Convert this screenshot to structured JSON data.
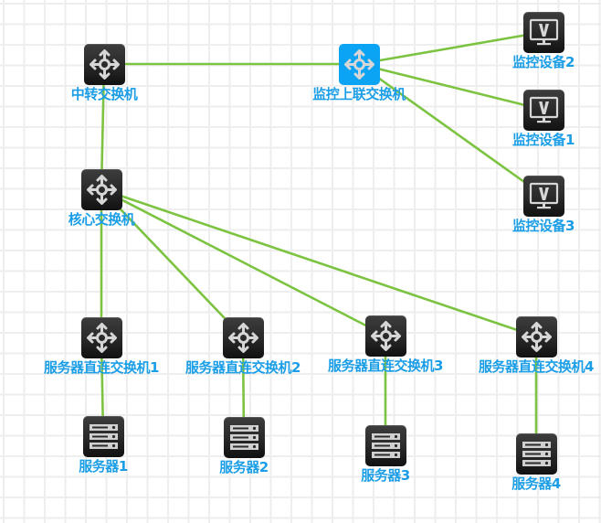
{
  "diagram": {
    "colors": {
      "link": "#7cc341",
      "label": "#1b9ee6",
      "device_dark": "#222222",
      "device_accent": "#0ba4f4",
      "grid": "#eeeeee",
      "background": "#ffffff"
    },
    "nodes": [
      {
        "id": "transit-switch",
        "label": "中转交换机",
        "type": "switch",
        "icon": "switch-icon",
        "accent": false
      },
      {
        "id": "monitor-uplink-switch",
        "label": "监控上联交换机",
        "type": "switch",
        "icon": "switch-icon",
        "accent": true
      },
      {
        "id": "monitor-device-2",
        "label": "监控设备2",
        "type": "monitor",
        "icon": "monitor-icon",
        "accent": false
      },
      {
        "id": "monitor-device-1",
        "label": "监控设备1",
        "type": "monitor",
        "icon": "monitor-icon",
        "accent": false
      },
      {
        "id": "monitor-device-3",
        "label": "监控设备3",
        "type": "monitor",
        "icon": "monitor-icon",
        "accent": false
      },
      {
        "id": "core-switch",
        "label": "核心交换机",
        "type": "switch",
        "icon": "switch-icon",
        "accent": false
      },
      {
        "id": "server-switch-1",
        "label": "服务器直连交换机1",
        "type": "switch",
        "icon": "switch-icon",
        "accent": false
      },
      {
        "id": "server-switch-2",
        "label": "服务器直连交换机2",
        "type": "switch",
        "icon": "switch-icon",
        "accent": false
      },
      {
        "id": "server-switch-3",
        "label": "服务器直连交换机3",
        "type": "switch",
        "icon": "switch-icon",
        "accent": false
      },
      {
        "id": "server-switch-4",
        "label": "服务器直连交换机4",
        "type": "switch",
        "icon": "switch-icon",
        "accent": false
      },
      {
        "id": "server-1",
        "label": "服务器1",
        "type": "server",
        "icon": "server-icon",
        "accent": false
      },
      {
        "id": "server-2",
        "label": "服务器2",
        "type": "server",
        "icon": "server-icon",
        "accent": false
      },
      {
        "id": "server-3",
        "label": "服务器3",
        "type": "server",
        "icon": "server-icon",
        "accent": false
      },
      {
        "id": "server-4",
        "label": "服务器4",
        "type": "server",
        "icon": "server-icon",
        "accent": false
      }
    ],
    "links": [
      {
        "from": "transit-switch",
        "to": "monitor-uplink-switch"
      },
      {
        "from": "monitor-uplink-switch",
        "to": "monitor-device-2"
      },
      {
        "from": "monitor-uplink-switch",
        "to": "monitor-device-1"
      },
      {
        "from": "monitor-uplink-switch",
        "to": "monitor-device-3"
      },
      {
        "from": "transit-switch",
        "to": "core-switch"
      },
      {
        "from": "core-switch",
        "to": "server-switch-1"
      },
      {
        "from": "core-switch",
        "to": "server-switch-2"
      },
      {
        "from": "core-switch",
        "to": "server-switch-3"
      },
      {
        "from": "core-switch",
        "to": "server-switch-4"
      },
      {
        "from": "server-switch-1",
        "to": "server-1"
      },
      {
        "from": "server-switch-2",
        "to": "server-2"
      },
      {
        "from": "server-switch-3",
        "to": "server-3"
      },
      {
        "from": "server-switch-4",
        "to": "server-4"
      }
    ]
  }
}
